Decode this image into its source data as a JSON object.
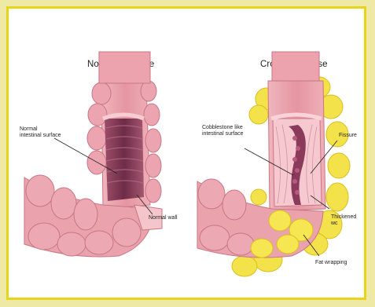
{
  "titles": {
    "normal": "Normal Intestine",
    "crohns": "Crohn’s Disease"
  },
  "labels": {
    "normal_surface": "Normal\nintestinal surface",
    "normal_wall": "Normal wall",
    "cobblestone": "Cobblestone like\nintestinal surface",
    "fissure": "Fissure",
    "thickened": "Thickened wc",
    "fat_wrapping": "Fat wrapping"
  },
  "colors": {
    "tissue": "#e9a3ad",
    "tissue_dark": "#c97684",
    "lumen": "#7d3b55",
    "fat": "#f4e24a",
    "frame_border": "#e8d419"
  }
}
